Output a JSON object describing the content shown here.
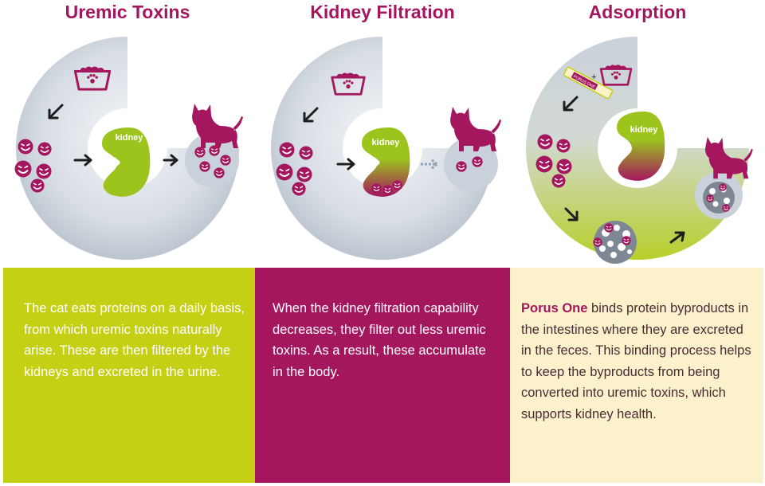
{
  "colors": {
    "magenta": "#a4165e",
    "lime": "#c5cf14",
    "cream": "#fbf2cc",
    "ring_grey": "#c9d1db",
    "arrow": "#1e1e1e"
  },
  "panels": [
    {
      "title": "Uremic Toxins",
      "kidney_label": "kidney",
      "text": "The cat eats proteins on a daily basis, from which uremic toxins naturally arise. These are then filtered by the kidneys and excreted in the urine."
    },
    {
      "title": "Kidney Filtration",
      "kidney_label": "kidney",
      "text": "When the kidney filtration capability decreases, they filter out less uremic toxins. As a result, these accumulate in the body."
    },
    {
      "title": "Adsorption",
      "kidney_label": "kidney",
      "text_brand": "Porus One",
      "text_rest": " binds protein byproducts in the intestines where they are excreted in the feces. This binding process helps to keep the byproducts from being converted into uremic toxins, which supports kidney health.",
      "plus_sign": "+",
      "stick_label": "PORUS ONE"
    }
  ],
  "icons": [
    "food-bowl-icon",
    "paw-icon",
    "cat-icon",
    "kidney-icon",
    "uremic-toxin-icon",
    "arrow-icon",
    "porus-one-stick-icon",
    "bead-icon"
  ]
}
